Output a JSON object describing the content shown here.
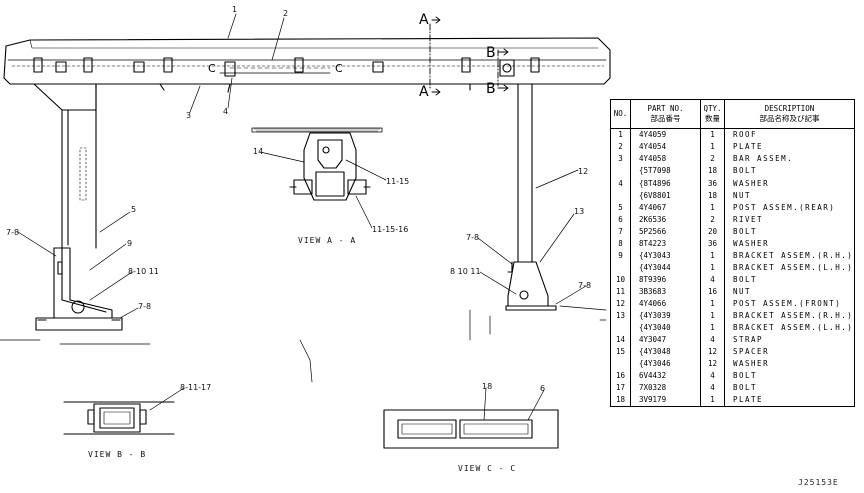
{
  "colors": {
    "line": "#000000",
    "background": "#ffffff"
  },
  "callouts": {
    "c1": "1",
    "c2": "2",
    "c3": "3",
    "c4": "4",
    "c5": "5",
    "c9": "9",
    "c12": "12",
    "c13": "13",
    "c14": "14",
    "c1115": "11-15",
    "c111516": "11-15-16",
    "c78_left": "7-8",
    "c81011_left": "8-10 11",
    "c78_left_base": "7-8",
    "c78_right": "7-8",
    "c81011_right": "8 10 11",
    "c78_right_base": "7-8",
    "c81117": "8-11-17",
    "c18": "18",
    "c6": "6"
  },
  "sections": {
    "a_top": "A",
    "a_bot": "A",
    "b_top": "B",
    "b_bot": "B",
    "c_left": "C",
    "c_right": "C"
  },
  "views": {
    "view_aa": "VIEW  A - A",
    "view_bb": "VIEW  B - B",
    "view_cc": "VIEW  C - C"
  },
  "parts_table": {
    "headers": {
      "no": "NO.",
      "part_no": "PART NO.",
      "part_no_jp": "部品番号",
      "qty": "QTY.",
      "qty_jp": "数量",
      "description": "DESCRIPTION",
      "description_jp": "部品名称及び記事"
    },
    "rows": [
      {
        "no": "1",
        "part": "4Y4059",
        "qty": "1",
        "desc": "ROOF"
      },
      {
        "no": "2",
        "part": "4Y4054",
        "qty": "1",
        "desc": "PLATE"
      },
      {
        "no": "3",
        "part": "4Y4058",
        "qty": "2",
        "desc": "BAR ASSEM."
      },
      {
        "no": "",
        "part": "{5T7098",
        "qty": "18",
        "desc": "BOLT"
      },
      {
        "no": "4",
        "part": "{8T4896",
        "qty": "36",
        "desc": "WASHER"
      },
      {
        "no": "",
        "part": "{6V8801",
        "qty": "18",
        "desc": "NUT"
      },
      {
        "no": "5",
        "part": "4Y4067",
        "qty": "1",
        "desc": "POST ASSEM.(REAR)"
      },
      {
        "no": "6",
        "part": "2K6536",
        "qty": "2",
        "desc": "RIVET"
      },
      {
        "no": "7",
        "part": "5P2566",
        "qty": "20",
        "desc": "BOLT"
      },
      {
        "no": "8",
        "part": "8T4223",
        "qty": "36",
        "desc": "WASHER"
      },
      {
        "no": "9",
        "part": "{4Y3043",
        "qty": "1",
        "desc": "BRACKET ASSEM.(R.H.)"
      },
      {
        "no": "",
        "part": "{4Y3044",
        "qty": "1",
        "desc": "BRACKET ASSEM.(L.H.)"
      },
      {
        "no": "10",
        "part": "8T9396",
        "qty": "4",
        "desc": "BOLT"
      },
      {
        "no": "11",
        "part": "3B3683",
        "qty": "16",
        "desc": "NUT"
      },
      {
        "no": "12",
        "part": "4Y4066",
        "qty": "1",
        "desc": "POST ASSEM.(FRONT)"
      },
      {
        "no": "13",
        "part": "{4Y3039",
        "qty": "1",
        "desc": "BRACKET ASSEM.(R.H.)"
      },
      {
        "no": "",
        "part": "{4Y3040",
        "qty": "1",
        "desc": "BRACKET ASSEM.(L.H.)"
      },
      {
        "no": "14",
        "part": "4Y3047",
        "qty": "4",
        "desc": "STRAP"
      },
      {
        "no": "15",
        "part": "{4Y3048",
        "qty": "12",
        "desc": "SPACER"
      },
      {
        "no": "",
        "part": "{4Y3046",
        "qty": "12",
        "desc": "WASHER"
      },
      {
        "no": "16",
        "part": "6V4432",
        "qty": "4",
        "desc": "BOLT"
      },
      {
        "no": "17",
        "part": "7X0328",
        "qty": "4",
        "desc": "BOLT"
      },
      {
        "no": "18",
        "part": "3V9179",
        "qty": "1",
        "desc": "PLATE"
      }
    ]
  },
  "drawing_code": "J25153E"
}
